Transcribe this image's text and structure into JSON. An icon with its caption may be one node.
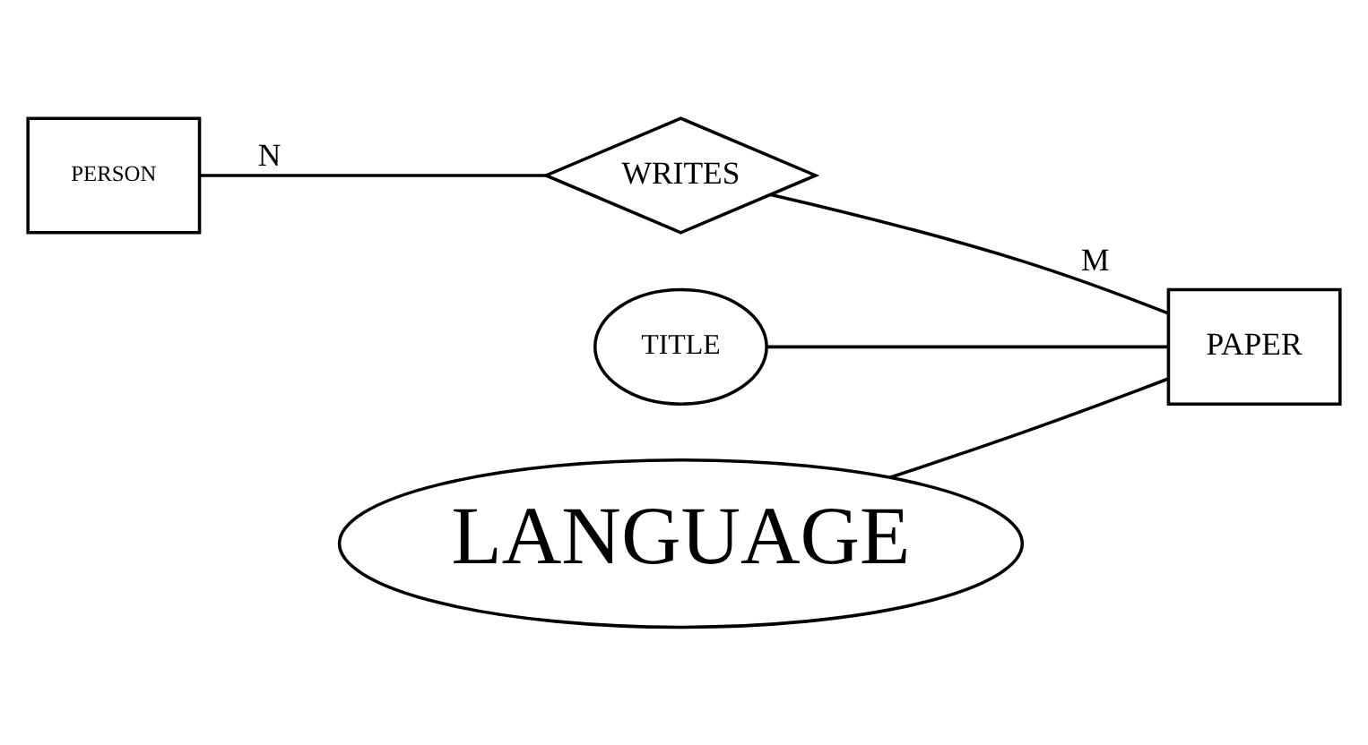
{
  "diagram": {
    "nodes": [
      {
        "text": [
          "PERSON"
        ]
      },
      {
        "text": [
          "WRITES"
        ]
      },
      {
        "text": [
          "TITLE"
        ]
      },
      {
        "text": [
          "LANGUAGE"
        ]
      },
      {
        "text": [
          "PAPER"
        ]
      }
    ],
    "edges": [
      {
        "from": 0,
        "to": 1,
        "arrow": "none",
        "label": "N"
      },
      {
        "from": 1,
        "to": 4,
        "arrow": "none",
        "label": "M"
      },
      {
        "from": 2,
        "to": 4,
        "arrow": "none"
      },
      {
        "from": 3,
        "to": 4,
        "arrow": "none"
      }
    ]
  }
}
